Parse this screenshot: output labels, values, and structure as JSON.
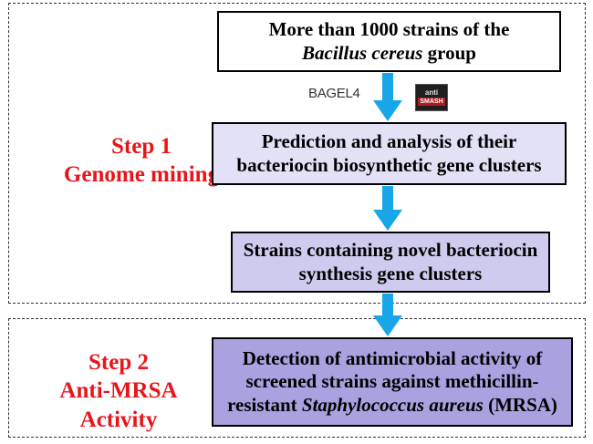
{
  "step1": {
    "title": "Step 1",
    "subtitle": "Genome mining"
  },
  "step2": {
    "title": "Step 2",
    "subtitle_line1": "Anti-MRSA",
    "subtitle_line2": "Activity"
  },
  "boxes": {
    "strains": {
      "line1": "More than 1000 strains of the",
      "line2_italic": "Bacillus cereus",
      "line2_rest": " group"
    },
    "prediction": {
      "line1": "Prediction and analysis of their",
      "line2": "bacteriocin biosynthetic gene clusters"
    },
    "novel": {
      "line1": "Strains containing novel bacteriocin",
      "line2": "synthesis gene clusters"
    },
    "detection": {
      "line1": "Detection of antimicrobial activity of",
      "line2": "screened strains against methicillin-",
      "line3_pre": "resistant ",
      "line3_italic": "Staphylococcus aureus",
      "line3_post": " (MRSA)"
    }
  },
  "tools": {
    "bagel": "BAGEL4",
    "antismash_top": "anti",
    "antismash_bottom": "SMASH"
  },
  "colors": {
    "step_red": "#e8161b",
    "box_white": "#ffffff",
    "box_lavender": "#e3e1f5",
    "box_lavender2": "#cfcbee",
    "box_purple": "#a9a1e0",
    "arrow_blue": "#19a6e8",
    "antismash_red": "#b01c22"
  }
}
